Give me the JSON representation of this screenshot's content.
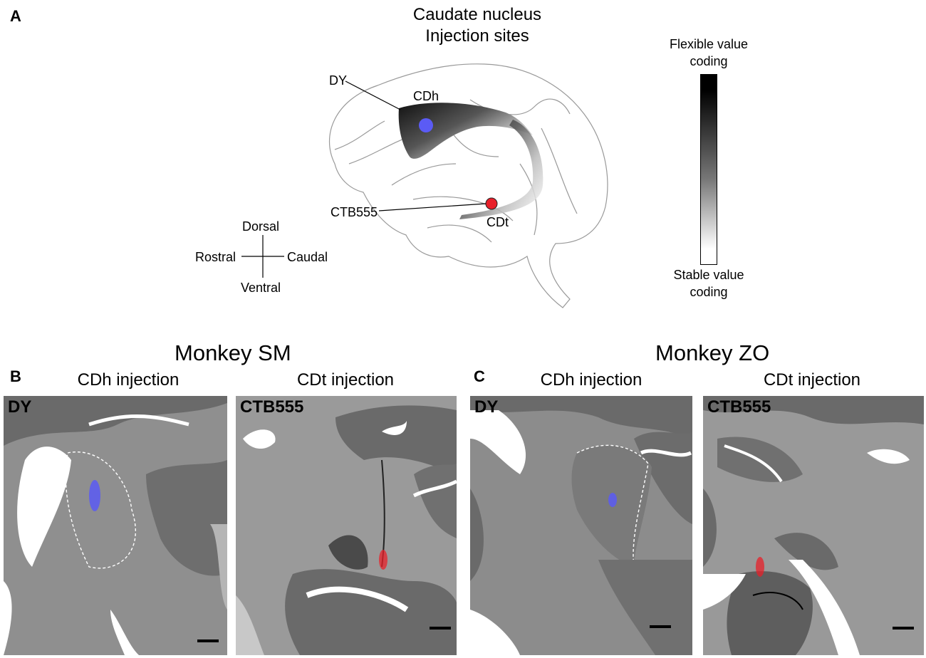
{
  "panels": {
    "a_letter": "A",
    "b_letter": "B",
    "c_letter": "C"
  },
  "diagram": {
    "title_line1": "Caudate nucleus",
    "title_line2": "Injection sites",
    "label_dy": "DY",
    "label_cdh": "CDh",
    "label_ctb": "CTB555",
    "label_cdt": "CDt",
    "colors": {
      "dy_dot": "#5b5bf5",
      "ctb_dot": "#e8202a"
    }
  },
  "compass": {
    "dorsal": "Dorsal",
    "ventral": "Ventral",
    "rostral": "Rostral",
    "caudal": "Caudal"
  },
  "colorbar": {
    "top_line1": "Flexible value",
    "top_line2": "coding",
    "bottom_line1": "Stable value",
    "bottom_line2": "coding"
  },
  "monkeys": {
    "sm": "Monkey SM",
    "zo": "Monkey ZO"
  },
  "micrographs": [
    {
      "subtitle": "CDh injection",
      "stain": "DY",
      "label_color": "#5b5bf5"
    },
    {
      "subtitle": "CDt injection",
      "stain": "CTB555",
      "label_color": "#e8202a"
    },
    {
      "subtitle": "CDh injection",
      "stain": "DY",
      "label_color": "#5b5bf5"
    },
    {
      "subtitle": "CDt injection",
      "stain": "CTB555",
      "label_color": "#e8202a"
    }
  ]
}
